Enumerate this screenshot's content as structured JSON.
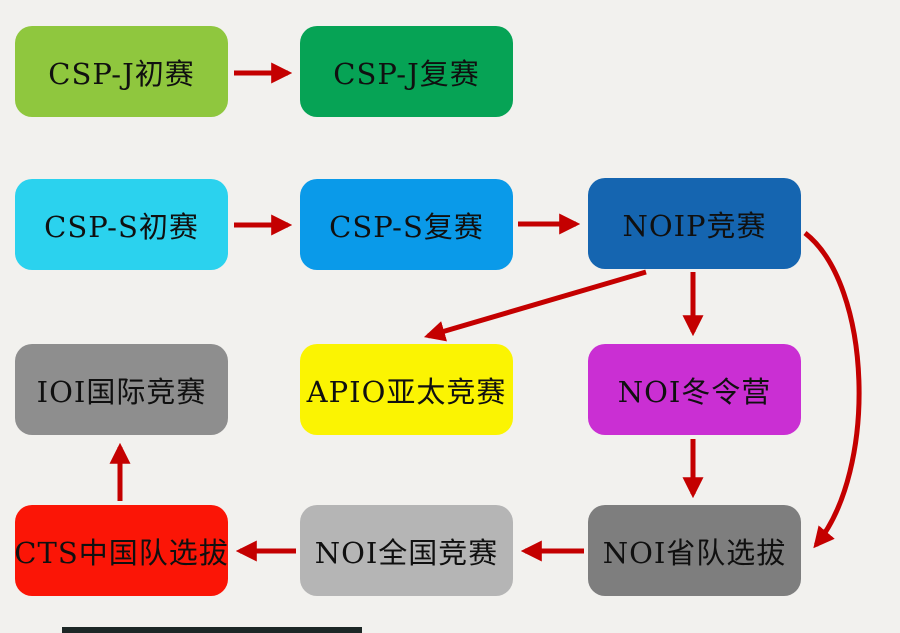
{
  "background": "#f2f1ee",
  "arrow_color": "#c40000",
  "nodes": {
    "cspj_prelim": {
      "label": "CSP-J初赛",
      "color": "#8fc73e"
    },
    "cspj_final": {
      "label": "CSP-J复赛",
      "color": "#06a355"
    },
    "csps_prelim": {
      "label": "CSP-S初赛",
      "color": "#2bd2ee"
    },
    "csps_final": {
      "label": "CSP-S复赛",
      "color": "#0a9ae9"
    },
    "noip": {
      "label": "NOIP竞赛",
      "color": "#1565b0"
    },
    "ioi": {
      "label": "IOI国际竞赛",
      "color": "#8e8e8e"
    },
    "apio": {
      "label": "APIO亚太竞赛",
      "color": "#fbf402"
    },
    "noi_winter": {
      "label": "NOI冬令营",
      "color": "#ca2fd3"
    },
    "cts": {
      "label": "CTS中国队选拔",
      "color": "#fb1506"
    },
    "noi_national": {
      "label": "NOI全国竞赛",
      "color": "#b5b5b5"
    },
    "noi_province": {
      "label": "NOI省队选拔",
      "color": "#7e7e7e"
    }
  },
  "edges": [
    {
      "from": "cspj_prelim",
      "to": "cspj_final"
    },
    {
      "from": "csps_prelim",
      "to": "csps_final"
    },
    {
      "from": "csps_final",
      "to": "noip"
    },
    {
      "from": "noip",
      "to": "apio"
    },
    {
      "from": "noip",
      "to": "noi_winter"
    },
    {
      "from": "noip",
      "to": "noi_province"
    },
    {
      "from": "noi_winter",
      "to": "noi_province"
    },
    {
      "from": "noi_province",
      "to": "noi_national"
    },
    {
      "from": "noi_national",
      "to": "cts"
    },
    {
      "from": "cts",
      "to": "ioi"
    }
  ]
}
